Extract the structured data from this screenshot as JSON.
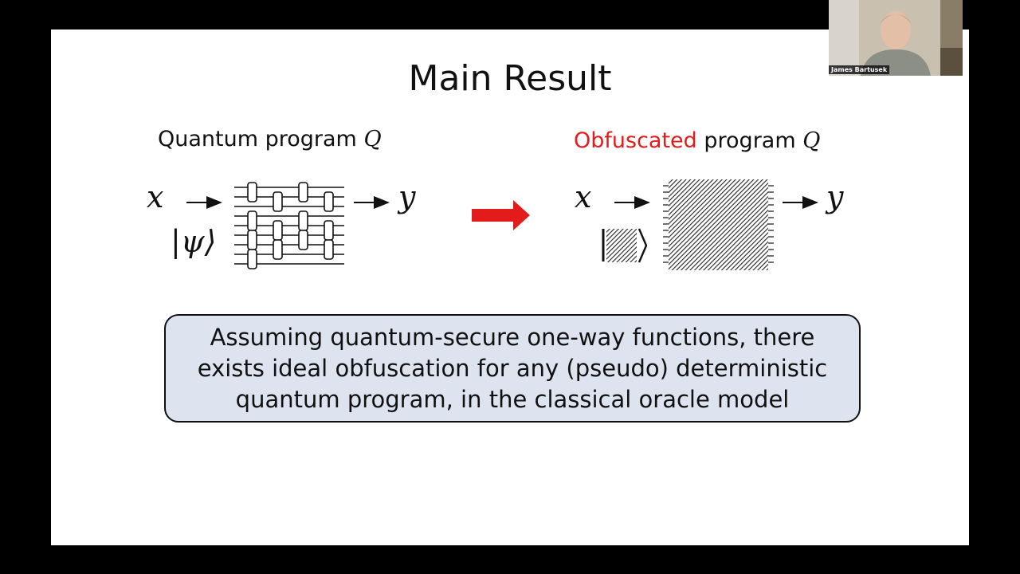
{
  "slide": {
    "title": "Main Result",
    "left_heading": {
      "text": "Quantum program ",
      "var": "Q"
    },
    "right_heading": {
      "highlight": "Obfuscated",
      "text": " program ",
      "var": "Q"
    },
    "left_input": "x",
    "left_state": "|ψ⟩",
    "left_output": "y",
    "right_input": "x",
    "right_output": "y",
    "theorem": "Assuming quantum-secure one-way functions, there exists ideal obfuscation for any (pseudo) deterministic quantum program, in the classical oracle model"
  },
  "video": {
    "name": "James Bartusek"
  },
  "colors": {
    "highlight": "#e31b1b",
    "arrow": "#e31b1b",
    "box_fill": "#dde4f0"
  }
}
